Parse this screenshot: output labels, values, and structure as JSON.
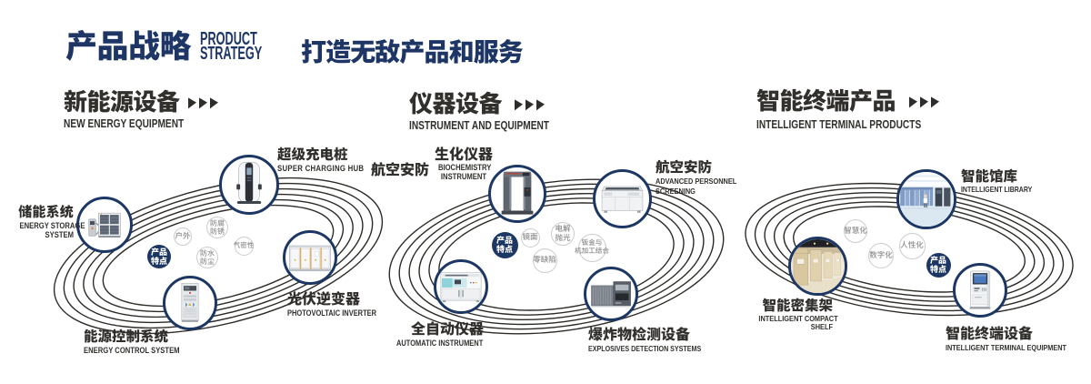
{
  "page": {
    "title_zh": "产品战略",
    "title_en": "PRODUCT\nSTRATEGY",
    "slogan": "打造无敌产品和服务"
  },
  "colors": {
    "navy": "#1d3666",
    "ink": "#32302c",
    "ring": "#2e2b27",
    "bubble_text": "#8e8e8e",
    "bubble_border": "#cccccc"
  },
  "sections": [
    {
      "zh": "新能源设备",
      "en": "NEW ENERGY EQUIPMENT"
    },
    {
      "zh": "仪器设备",
      "en": "INSTRUMENT AND EQUIPMENT"
    },
    {
      "zh": "智能终端产品",
      "en": "INTELLIGENT TERMINAL PRODUCTS"
    }
  ],
  "clusters": [
    {
      "feature": "产品\n特点",
      "nodes": [
        {
          "id": "energy-storage",
          "zh": "储能系统",
          "en": "ENERGY STORAGE\nSYSTEM"
        },
        {
          "id": "super-charging",
          "zh": "超级充电桩",
          "en": "SUPER CHARGING HUB"
        },
        {
          "id": "pv-inverter",
          "zh": "光伏逆变器",
          "en": "PHOTOVOLTAIC INVERTER"
        },
        {
          "id": "energy-control",
          "zh": "能源控制系统",
          "en": "ENERGY CONTROL SYSTEM"
        }
      ],
      "bubbles": [
        {
          "text": "户外"
        },
        {
          "text": "防腐\n防锈"
        },
        {
          "text": "防水\n防尘"
        },
        {
          "text": "气密性"
        }
      ]
    },
    {
      "feature": "产品\n特点",
      "side_label": "航空安防",
      "nodes": [
        {
          "id": "biochemistry-instrument",
          "zh": "生化仪器",
          "en": "BIOCHEMISTRY\nINSTRUMENT"
        },
        {
          "id": "personnel-screening",
          "zh": "航空安防",
          "en": "ADVANCED PERSONNEL\nSCREENING"
        },
        {
          "id": "automatic-instrument",
          "zh": "全自动仪器",
          "en": "AUTOMATIC INSTRUMENT"
        },
        {
          "id": "explosives-detection",
          "zh": "爆炸物检测设备",
          "en": "EXPLOSIVES DETECTION SYSTEMS"
        }
      ],
      "bubbles": [
        {
          "text": "镜面"
        },
        {
          "text": "电解\n抛光"
        },
        {
          "text": "零缺陷"
        },
        {
          "text": "钣金与\n机加工结合"
        }
      ]
    },
    {
      "feature": "产品\n特点",
      "nodes": [
        {
          "id": "intelligent-library",
          "zh": "智能馆库",
          "en": "INTELLIGENT LIBRARY"
        },
        {
          "id": "compact-shelf",
          "zh": "智能密集架",
          "en": "INTELLIGENT COMPACT\nSHELF"
        },
        {
          "id": "intelligent-terminal",
          "zh": "智能终端设备",
          "en": "INTELLIGENT TERMINAL EQUIPMENT"
        }
      ],
      "bubbles": [
        {
          "text": "智慧化"
        },
        {
          "text": "数字化"
        },
        {
          "text": "人性化"
        }
      ]
    }
  ]
}
